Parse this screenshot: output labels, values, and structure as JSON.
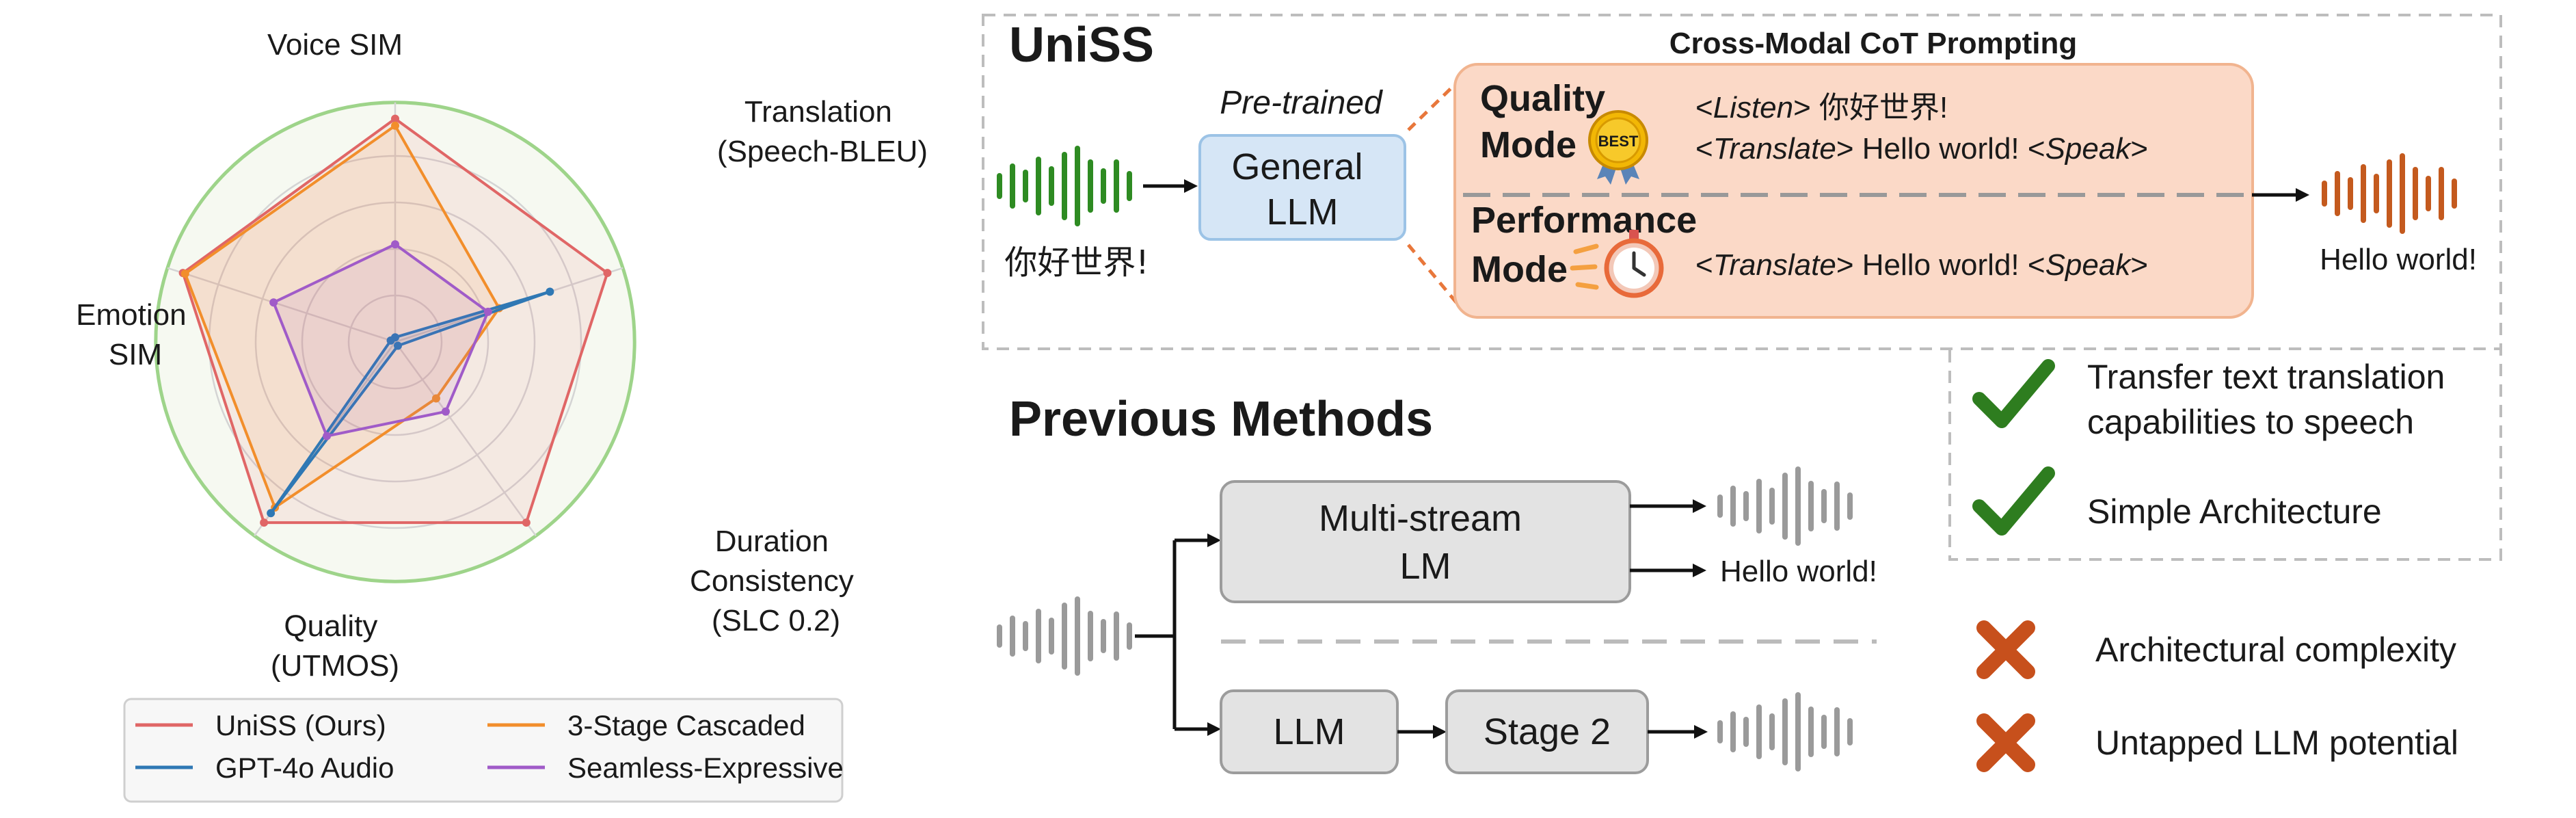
{
  "radar": {
    "axes": [
      {
        "lines": [
          "Voice SIM"
        ]
      },
      {
        "lines": [
          "Translation",
          "(Speech-BLEU)"
        ]
      },
      {
        "lines": [
          "Duration",
          "Consistency",
          "(SLC 0.2)"
        ]
      },
      {
        "lines": [
          "Quality",
          "(UTMOS)"
        ]
      },
      {
        "lines": [
          "Emotion",
          "SIM"
        ]
      }
    ],
    "legend": [
      "UniSS (Ours)",
      "3-Stage Cascaded",
      "GPT-4o Audio",
      "Seamless-Expressive"
    ],
    "colors": {
      "uniss": "#e06666",
      "cascaded": "#f28e2b",
      "gpt4o": "#2f78b4",
      "seamless": "#a05bc8",
      "outer_ring": "#9ed48a"
    }
  },
  "chart_data": {
    "type": "radar",
    "categories": [
      "Voice SIM",
      "Translation (Speech-BLEU)",
      "Duration Consistency (SLC 0.2)",
      "Quality (UTMOS)",
      "Emotion SIM"
    ],
    "rlim": [
      0,
      1
    ],
    "grid": true,
    "legend_position": "bottom",
    "series": [
      {
        "name": "UniSS (Ours)",
        "values": [
          0.96,
          0.96,
          0.96,
          0.96,
          0.96
        ]
      },
      {
        "name": "3-Stage Cascaded",
        "values": [
          0.93,
          0.47,
          0.3,
          0.88,
          0.95
        ]
      },
      {
        "name": "GPT-4o Audio",
        "values": [
          0.02,
          0.7,
          0.02,
          0.91,
          0.02
        ]
      },
      {
        "name": "Seamless-Expressive",
        "values": [
          0.42,
          0.42,
          0.37,
          0.5,
          0.55
        ]
      }
    ]
  },
  "uniss": {
    "title": "UniSS",
    "cot_title": "Cross-Modal CoT Prompting",
    "input_text": "你好世界!",
    "pretrained_label": "Pre-trained",
    "llm_lines": [
      "General",
      "LLM"
    ],
    "quality_mode": [
      "Quality",
      "Mode"
    ],
    "best_badge": "BEST",
    "quality_line1": [
      {
        "text": "<",
        "style": "normal"
      },
      {
        "text": "Listen",
        "style": "italic"
      },
      {
        "text": "> 你好世界!",
        "style": "normal"
      }
    ],
    "quality_line2": [
      {
        "text": "<",
        "style": "normal"
      },
      {
        "text": "Translate",
        "style": "italic"
      },
      {
        "text": "> Hello world! <",
        "style": "normal"
      },
      {
        "text": "Speak",
        "style": "italic"
      },
      {
        "text": ">",
        "style": "normal"
      }
    ],
    "performance_mode": [
      "Performance",
      "Mode"
    ],
    "performance_line": [
      {
        "text": "<",
        "style": "normal"
      },
      {
        "text": "Translate",
        "style": "italic"
      },
      {
        "text": "> Hello world! <",
        "style": "normal"
      },
      {
        "text": "Speak",
        "style": "italic"
      },
      {
        "text": ">",
        "style": "normal"
      }
    ],
    "output_text": "Hello world!",
    "colors": {
      "input_wave": "#2e8b22",
      "output_wave": "#c45a1e",
      "llm_box": "#d6e6f6",
      "cot_box": "#fbd9c7"
    }
  },
  "benefits": [
    {
      "lines": [
        "Transfer text translation",
        "capabilities to speech"
      ]
    },
    {
      "lines": [
        "Simple Architecture"
      ]
    }
  ],
  "previous": {
    "title": "Previous Methods",
    "multistream_lines": [
      "Multi-stream",
      "LM"
    ],
    "output_text": "Hello world!",
    "llm_label": "LLM",
    "stage2_label": "Stage 2"
  },
  "drawbacks": [
    {
      "text": "Architectural complexity"
    },
    {
      "text": "Untapped LLM potential"
    }
  ]
}
